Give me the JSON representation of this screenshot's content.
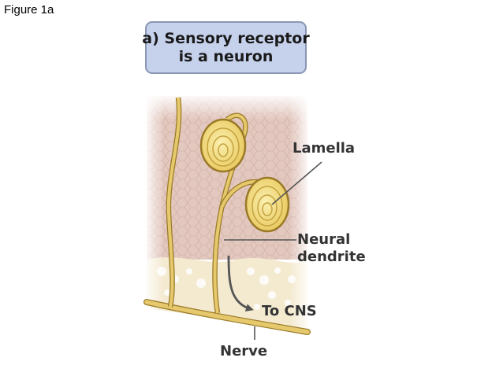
{
  "figure_label": "Figure 1a",
  "title": {
    "line1": "a) Sensory receptor",
    "line2": "is a neuron"
  },
  "labels": {
    "lamella": "Lamella",
    "neural_line1": "Neural",
    "neural_line2": "dendrite",
    "to_cns": "To CNS",
    "nerve": "Nerve"
  },
  "colors": {
    "skin": "#e3c8bf",
    "fat": "#f4ead0",
    "nerve": "#e6c96c",
    "nerve_outline": "#9a7a28",
    "capsule": "#f2dd7a",
    "title_box": "#c6d2ec",
    "label": "#333333"
  }
}
